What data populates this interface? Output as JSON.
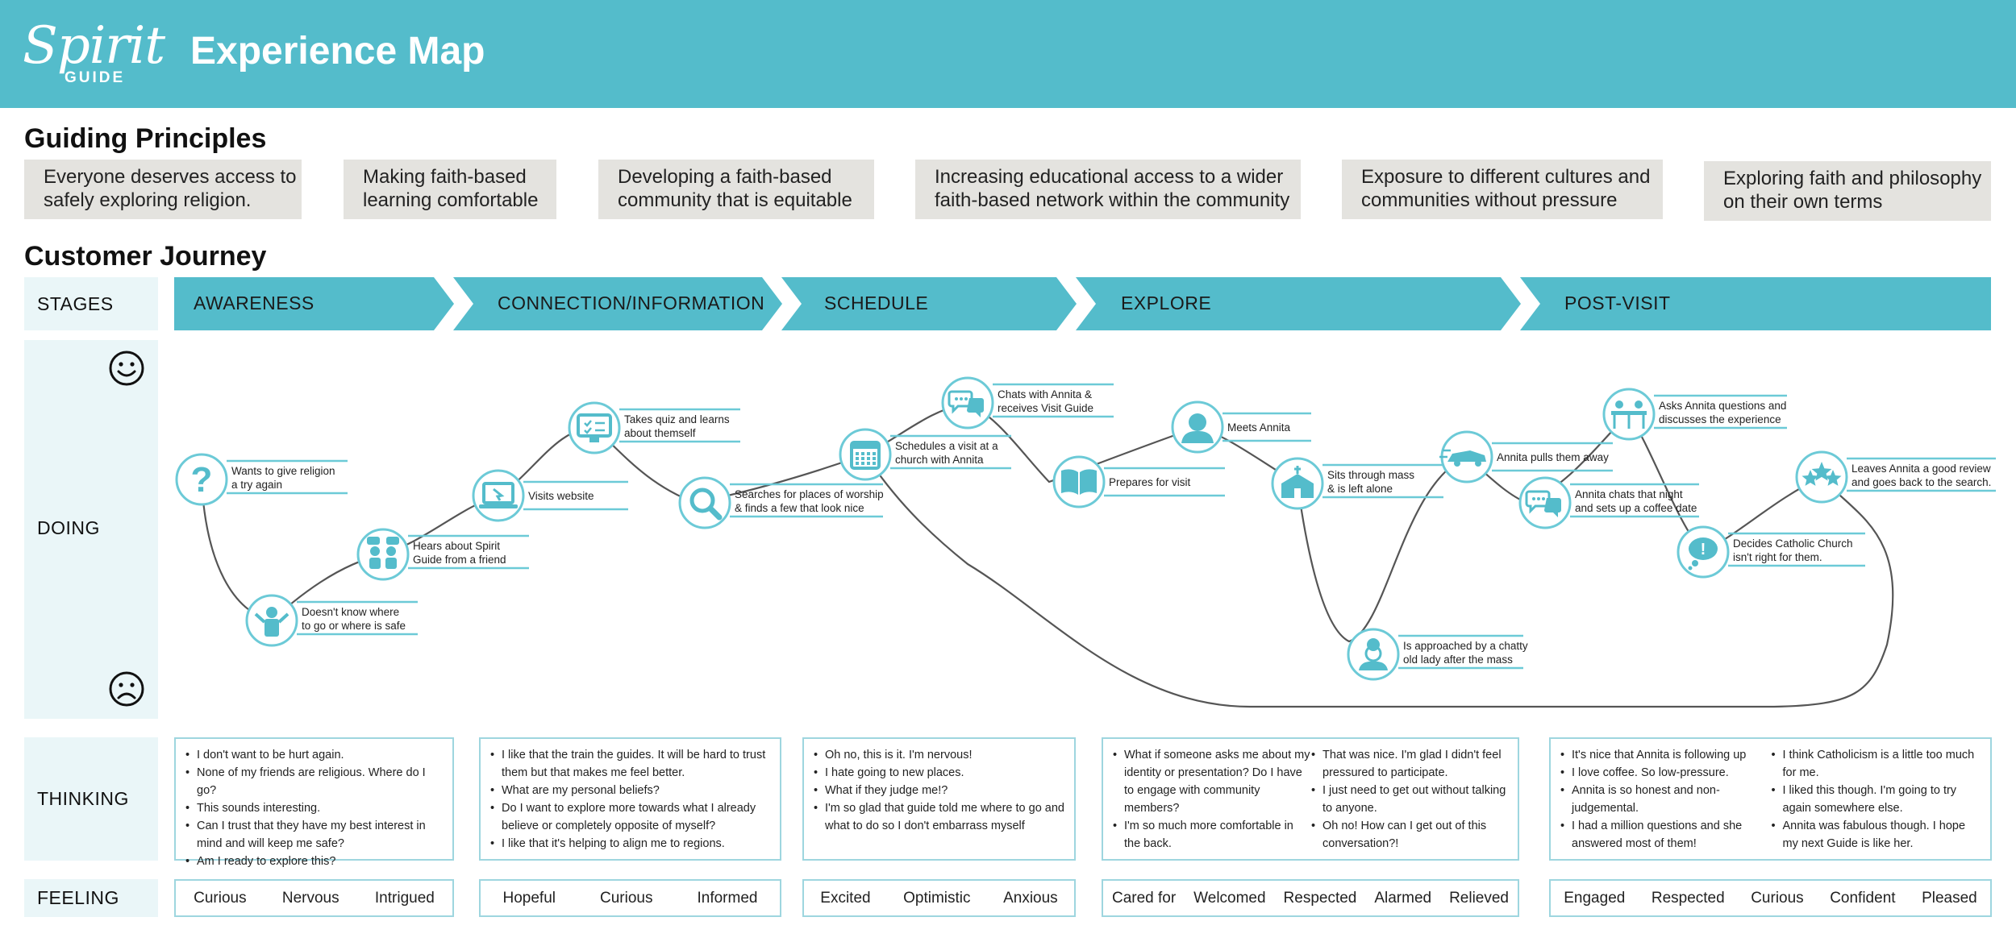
{
  "header": {
    "logo_text": "Spirit",
    "logo_sub": "GUIDE",
    "title": "Experience Map"
  },
  "principles_title": "Guiding Principles",
  "principles": [
    {
      "line1": "Everyone deserves access to",
      "line2": "safely exploring religion."
    },
    {
      "line1": "Making faith-based",
      "line2": "learning comfortable"
    },
    {
      "line1": "Developing a faith-based",
      "line2": "community that is equitable"
    },
    {
      "line1": "Increasing educational access to a wider",
      "line2": "faith-based network within the community"
    },
    {
      "line1": "Exposure to different cultures and",
      "line2": "communities without pressure"
    },
    {
      "line1": "Exploring faith and philosophy",
      "line2": "on their own terms"
    }
  ],
  "journey_title": "Customer Journey",
  "row_labels": {
    "stages": "STAGES",
    "doing": "DOING",
    "thinking": "THINKING",
    "feeling": "FEELING"
  },
  "stages": [
    "AWARENESS",
    "CONNECTION/INFORMATION",
    "SCHEDULE",
    "EXPLORE",
    "POST-VISIT"
  ],
  "colors": {
    "accent": "#54bccb",
    "light": "#eaf6f8",
    "node_border": "#6ccad7",
    "curve": "#555555"
  },
  "doing_nodes": [
    {
      "icon": "question-icon",
      "line1": "Wants to give religion",
      "line2": "a try again"
    },
    {
      "icon": "confused-person-icon",
      "line1": "Doesn't know where",
      "line2": "to go or where is safe"
    },
    {
      "icon": "conversation-icon",
      "line1": "Hears about Spirit",
      "line2": "Guide from a friend"
    },
    {
      "icon": "laptop-icon",
      "line1": "Visits website",
      "line2": ""
    },
    {
      "icon": "quiz-icon",
      "line1": "Takes quiz and learns",
      "line2": "about themself"
    },
    {
      "icon": "magnifier-icon",
      "line1": "Searches for places of worship",
      "line2": "& finds a few that look nice"
    },
    {
      "icon": "calendar-icon",
      "line1": "Schedules a visit at a",
      "line2": "church with Annita"
    },
    {
      "icon": "chat-icon",
      "line1": "Chats with Annita &",
      "line2": "receives Visit Guide"
    },
    {
      "icon": "book-icon",
      "line1": "Prepares for visit",
      "line2": ""
    },
    {
      "icon": "person-icon",
      "line1": "Meets Annita",
      "line2": ""
    },
    {
      "icon": "church-icon",
      "line1": "Sits through mass",
      "line2": "& is left alone"
    },
    {
      "icon": "old-lady-icon",
      "line1": "Is approached by a chatty",
      "line2": "old lady after the mass"
    },
    {
      "icon": "car-icon",
      "line1": "Annita pulls them away",
      "line2": ""
    },
    {
      "icon": "chat-icon",
      "line1": "Annita chats that night",
      "line2": "and sets up a coffee date"
    },
    {
      "icon": "cafe-table-icon",
      "line1": "Asks Annita questions and",
      "line2": "discusses the experience"
    },
    {
      "icon": "thought-bubble-icon",
      "line1": "Decides Catholic Church",
      "line2": "isn't right for them."
    },
    {
      "icon": "stars-icon",
      "line1": "Leaves Annita a good review",
      "line2": "and goes back to the search."
    }
  ],
  "thinking": [
    {
      "cols": [
        [
          "I don't want to be hurt again.",
          "None of my friends are religious. Where do I go?",
          "This sounds interesting.",
          "Can I trust that they have my best interest in mind and will keep me safe?",
          "Am I ready to explore this?"
        ]
      ]
    },
    {
      "cols": [
        [
          "I like that the train the guides. It will be hard to trust them but that makes me feel better.",
          "What are my personal beliefs?",
          "Do I want to explore more towards what I already believe or completely  opposite of myself?",
          "I like that it's helping to align me to regions."
        ]
      ]
    },
    {
      "cols": [
        [
          "Oh no, this is it. I'm nervous!",
          "I hate going to new places.",
          "What if they judge me!?",
          "I'm so glad that guide told me where to go and what to do so I don't embarrass myself"
        ]
      ]
    },
    {
      "cols": [
        [
          "What if someone asks me about my identity or presentation? Do I have to engage with community members?",
          "I'm so much more comfortable in the back."
        ],
        [
          "That was nice. I'm glad I didn't feel pressured to participate.",
          "I just need to get out without talking to anyone.",
          "Oh no! How can I get out of this conversation?!"
        ]
      ]
    },
    {
      "cols": [
        [
          "It's nice that Annita is following up",
          "I love coffee. So low-pressure.",
          "Annita is so honest and non-judgemental.",
          "I had a million questions and she answered most of them!"
        ],
        [
          "I think Catholicism is a little too much for me.",
          "I liked this though. I'm going to try again somewhere else.",
          "Annita was fabulous though. I hope my next Guide is like her."
        ]
      ]
    }
  ],
  "feelings": [
    [
      "Curious",
      "Nervous",
      "Intrigued"
    ],
    [
      "Hopeful",
      "Curious",
      "Informed"
    ],
    [
      "Excited",
      "Optimistic",
      "Anxious"
    ],
    [
      "Cared for",
      "Welcomed",
      "Respected",
      "Alarmed",
      "Relieved"
    ],
    [
      "Engaged",
      "Respected",
      "Curious",
      "Confident",
      "Pleased"
    ]
  ],
  "faces": {
    "top": "smiley-face-icon",
    "bottom": "sad-face-icon"
  }
}
